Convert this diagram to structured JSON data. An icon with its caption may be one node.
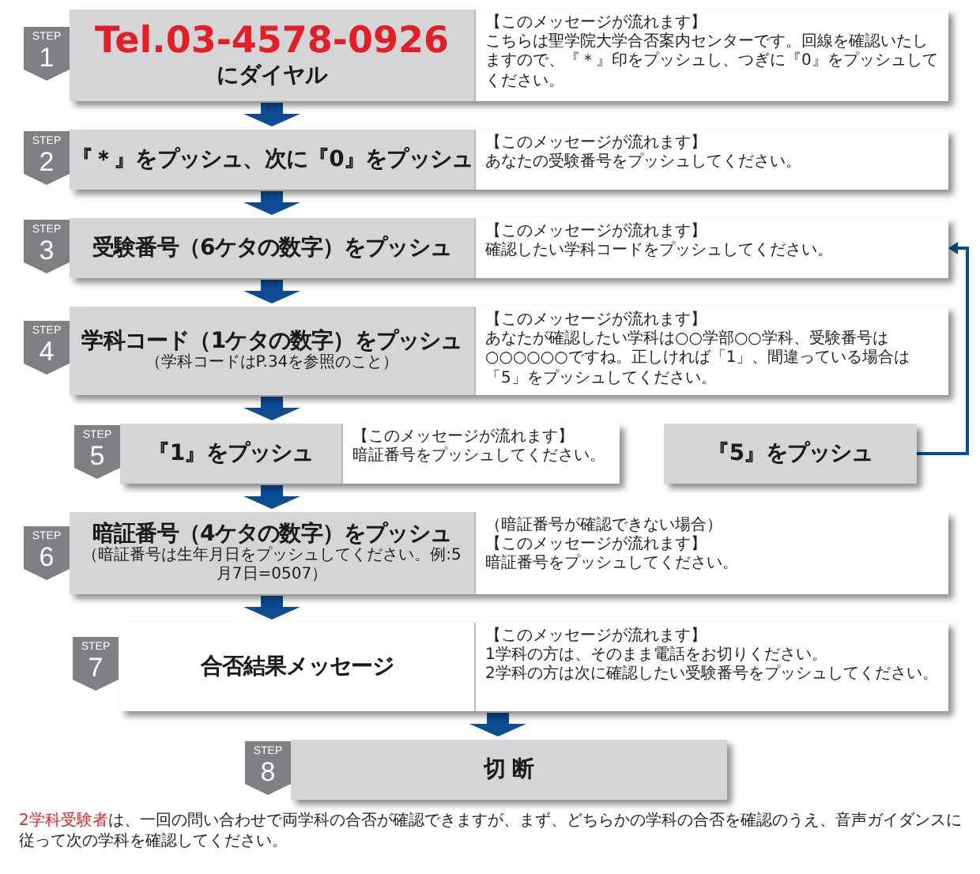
{
  "diagram": {
    "nodes": [
      {
        "text": [
          "STEP",
          "1"
        ]
      },
      {
        "text": [
          "Tel.03-4578-0926",
          "にダイヤル"
        ]
      },
      {
        "text": [
          "【このメッセージが流れます】",
          "こちらは聖学院大学合否案内センターです。回線を確認いたしますので、『＊』印をプッシュし、つぎに『0』をプッシュしてください。"
        ],
        "in": 1
      },
      {
        "text": [
          "STEP",
          "2"
        ]
      },
      {
        "text": [
          "『＊』をプッシュ、次に『0』をプッシュ"
        ]
      },
      {
        "text": [
          "【このメッセージが流れます】",
          "あなたの受験番号をプッシュしてください。"
        ],
        "in": 4
      },
      {
        "text": [
          "STEP",
          "3"
        ]
      },
      {
        "text": [
          "受験番号（6ケタの数字）をプッシュ"
        ]
      },
      {
        "text": [
          "【このメッセージが流れます】",
          "確認したい学科コードをプッシュしてください。"
        ],
        "in": 7
      },
      {
        "text": [
          "STEP",
          "4"
        ]
      },
      {
        "text": [
          "学科コード（1ケタの数字）をプッシュ",
          "（学科コードはP.34を参照のこと）"
        ]
      },
      {
        "text": [
          "【このメッセージが流れます】",
          "あなたが確認したい学科は○○学部○○学科、受験番号は○○○○○○ですね。正しければ「1」、間違っている場合は「5」をプッシュしてください。"
        ],
        "in": 10
      },
      {
        "text": [
          "STEP",
          "5"
        ]
      },
      {
        "text": [
          "『1』をプッシュ"
        ]
      },
      {
        "text": [
          "【このメッセージが流れます】",
          "暗証番号をプッシュしてください。"
        ],
        "in": 13
      },
      {
        "text": [
          "『5』をプッシュ"
        ]
      },
      {
        "text": [
          "STEP",
          "6"
        ]
      },
      {
        "text": [
          "暗証番号（4ケタの数字）をプッシュ",
          "（暗証番号は生年月日をプッシュしてください。例:5月7日=0507）"
        ]
      },
      {
        "text": [
          "（暗証番号が確認できない場合）",
          "【このメッセージが流れます】",
          "暗証番号をプッシュしてください。"
        ],
        "in": 17
      },
      {
        "text": [
          "STEP",
          "7"
        ]
      },
      {
        "text": [
          "合否結果メッセージ"
        ]
      },
      {
        "text": [
          "【このメッセージが流れます】",
          "1学科の方は、そのまま電話をお切りください。",
          "2学科の方は次に確認したい受験番号をプッシュしてください。"
        ],
        "in": 20
      },
      {
        "text": [
          "STEP",
          "8"
        ]
      },
      {
        "text": [
          "切 断"
        ]
      }
    ],
    "edges": [
      {
        "from": 1,
        "to": 4,
        "arrow": "to"
      },
      {
        "from": 4,
        "to": 7,
        "arrow": "to"
      },
      {
        "from": 7,
        "to": 10,
        "arrow": "to"
      },
      {
        "from": 10,
        "to": 13,
        "arrow": "to"
      },
      {
        "from": 13,
        "to": 17,
        "arrow": "to"
      },
      {
        "from": 17,
        "to": 20,
        "arrow": "to"
      },
      {
        "from": 20,
        "to": 23,
        "arrow": "to"
      },
      {
        "from": 15,
        "to": 7,
        "arrow": "to"
      }
    ],
    "labels": [
      "2学科受験者",
      "は、一回の問い合わせで両学科の合否が確認できますが、まず、どちらかの学科の合否を確認のうえ、音声ガイダンスに従って次の学科を確認してください。"
    ]
  }
}
